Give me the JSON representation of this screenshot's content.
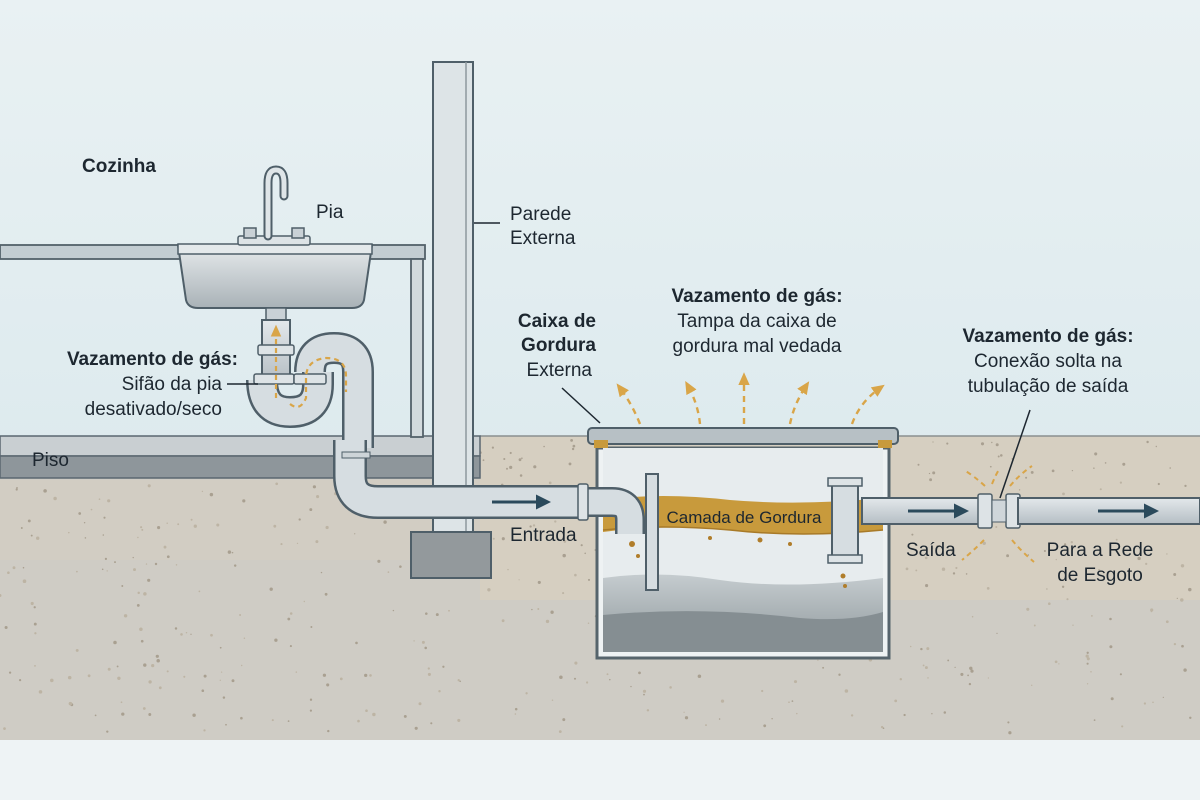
{
  "labels": {
    "cozinha": "Cozinha",
    "pia": "Pia",
    "parede_line1": "Parede",
    "parede_line2": "Externa",
    "piso": "Piso",
    "sifao_title": "Vazamento de gás:",
    "sifao_line1": "Sifão da pia",
    "sifao_line2": "desativado/seco",
    "caixa_line1": "Caixa de",
    "caixa_line2": "Gordura",
    "caixa_line3": "Externa",
    "tampa_title": "Vazamento de gás:",
    "tampa_line1": "Tampa da caixa de",
    "tampa_line2": "gordura mal vedada",
    "conexao_title": "Vazamento de gás:",
    "conexao_line1": "Conexão solta na",
    "conexao_line2": "tubulação de saída",
    "camada": "Camada de Gordura",
    "entrada": "Entrada",
    "saida": "Saída",
    "rede_line1": "Para a Rede",
    "rede_line2": "de Esgoto"
  },
  "colors": {
    "sky": "#d8e7ec",
    "ground": "#d9d1c3",
    "deep_ground": "#cfcdc7",
    "pipe": "#c9d1d6",
    "outline": "#4f5f69",
    "grease": "#c89a3c",
    "gas": "#d9a548",
    "water": "#9aa4a8",
    "arrow": "#2b4a5c"
  }
}
